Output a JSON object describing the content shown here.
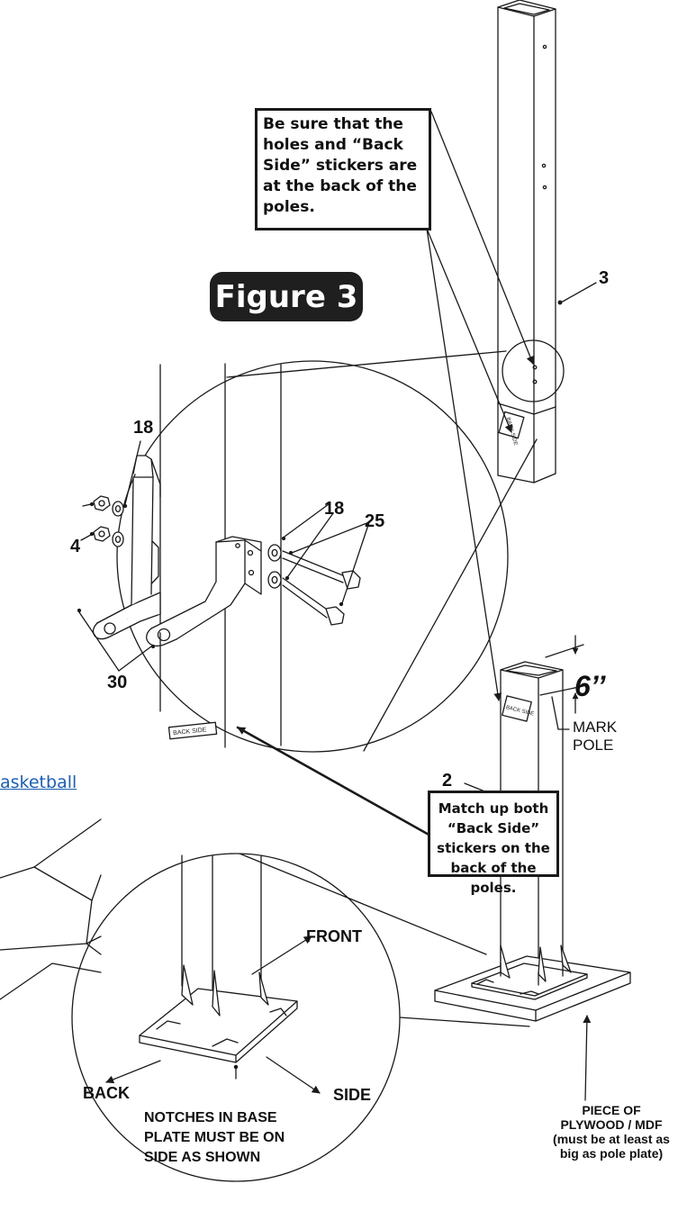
{
  "figure": {
    "title": "Figure 3",
    "callout_top": "Be sure that the holes and “Back Side” stickers are at the back of the poles.",
    "callout_bottom": "Match up both “Back Side” stickers on the back of the poles.",
    "part_labels": {
      "upper_pole": "3",
      "lower_pole": "2",
      "nut": "4",
      "washer_left": "18",
      "washer_right": "18",
      "bolt": "25",
      "bracket": "30"
    },
    "dimension": "6’’",
    "mark_pole": [
      "MARK",
      "POLE"
    ],
    "sticker_text": "BACK SIDE",
    "link_fragment": "asketball",
    "directions": {
      "front": "FRONT",
      "back": "BACK",
      "side": "SIDE"
    },
    "notches_note": [
      "NOTCHES IN BASE",
      "PLATE MUST BE ON",
      "SIDE AS SHOWN"
    ],
    "plywood_note": [
      "PIECE OF",
      "PLYWOOD / MDF",
      "(must be at least as",
      "big as pole plate)"
    ]
  },
  "colors": {
    "line": "#1a1a1a",
    "label_bg": "#1f1f1f",
    "link": "#1d5fb0"
  }
}
